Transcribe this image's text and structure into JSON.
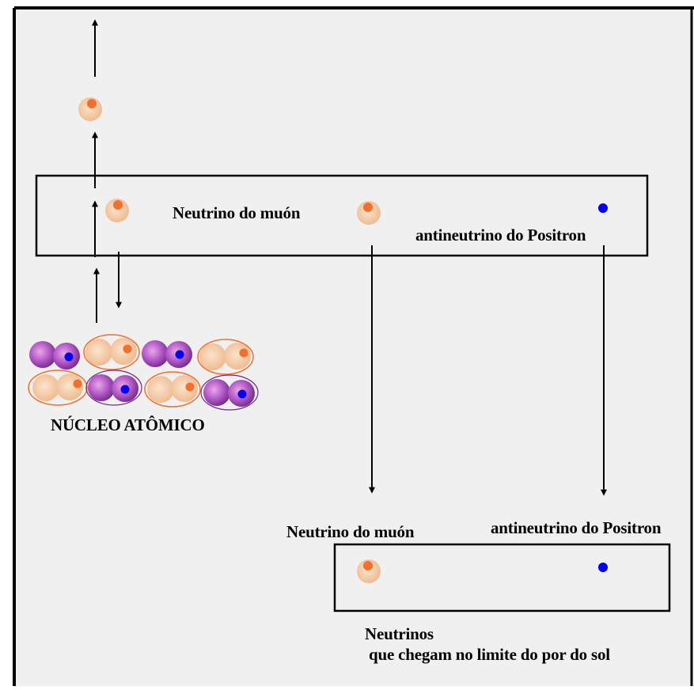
{
  "diagram": {
    "upper_box": {
      "label_muon": "Neutrino do muón",
      "label_positron": "antineutrino do Positron"
    },
    "nucleus": {
      "label": "NÚCLEO ATÔMICO"
    },
    "lower_box": {
      "label_muon": "Neutrino do muón",
      "label_positron": "antineutrino do Positron",
      "caption_line1": "Neutrinos",
      "caption_line2": "que chegam no limite do por do sol"
    },
    "colors": {
      "background": "#f0f0f0",
      "frame": "#000000",
      "muon_neutrino_core": "#f07030",
      "muon_neutrino_shell": "#f3c8a3",
      "positron_antineutrino": "#0000ee",
      "nucleon_purple": "#9a3fb4"
    }
  }
}
